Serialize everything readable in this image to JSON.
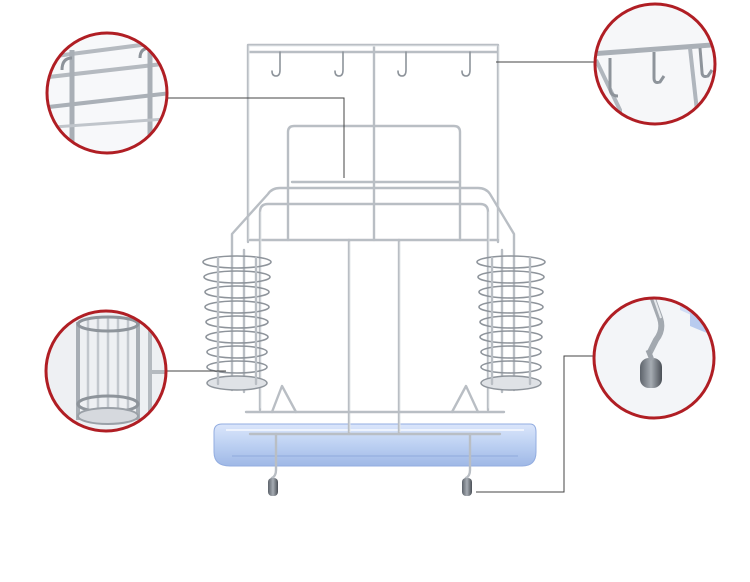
{
  "colors": {
    "callout_ring": "#b01e24",
    "wire_metal": "#b9bec4",
    "tray": "#b9cdf0",
    "background": "#ffffff"
  },
  "callouts": [
    {
      "name": "top-left-callout",
      "depicts": "upper-shelf-wire-detail"
    },
    {
      "name": "top-right-callout",
      "depicts": "hanging-hooks-detail"
    },
    {
      "name": "mid-left-callout",
      "depicts": "utensil-cup-detail"
    },
    {
      "name": "mid-right-callout",
      "depicts": "foot-with-rubber-cap-detail"
    }
  ]
}
